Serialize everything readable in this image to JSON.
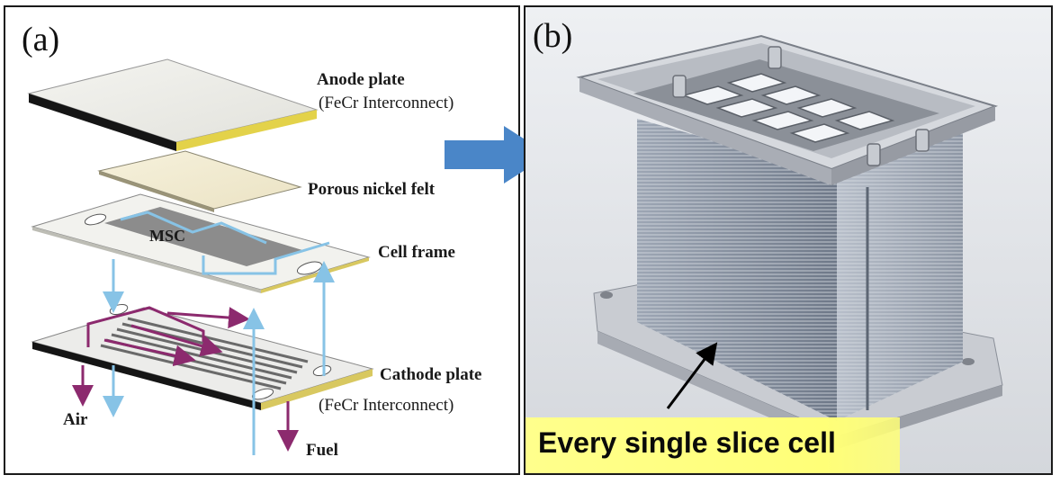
{
  "panel_a": {
    "letter": "(a)",
    "labels": {
      "anode_plate": "Anode plate",
      "anode_sub": "(FeCr Interconnect)",
      "nickel_felt": "Porous nickel felt",
      "msc": "MSC",
      "cell_frame": "Cell frame",
      "cathode_plate": "Cathode plate",
      "cathode_sub": "(FeCr Interconnect)",
      "air": "Air",
      "fuel": "Fuel"
    }
  },
  "panel_b": {
    "letter": "(b)",
    "caption": "Every single slice cell"
  },
  "colors": {
    "air_flow": "#87c3e6",
    "fuel_flow": "#8c2a6e",
    "transition_arrow": "#4a86c8",
    "caption_highlight": "#ffff80"
  }
}
